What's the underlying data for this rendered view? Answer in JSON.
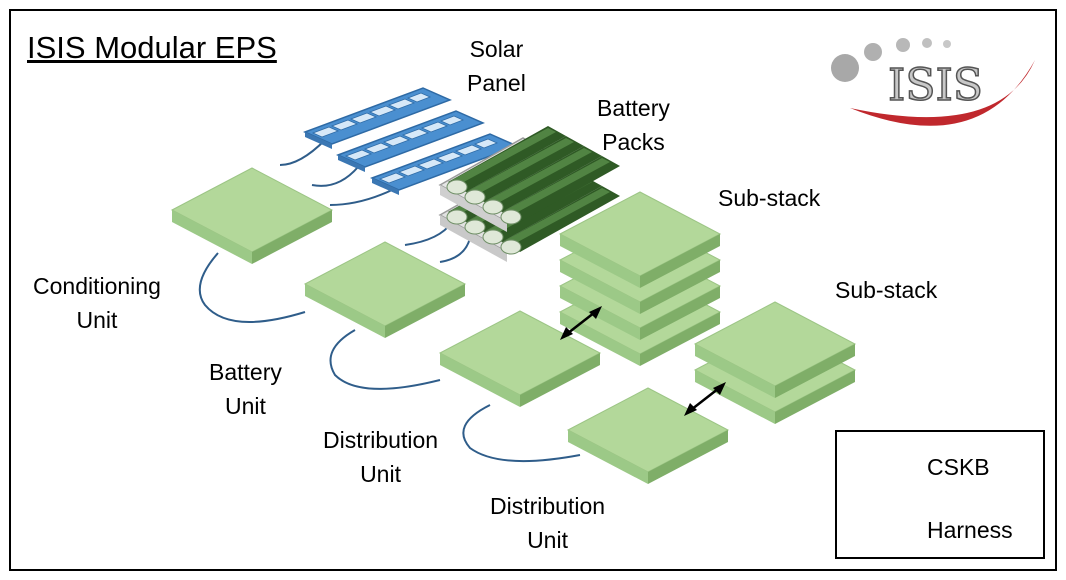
{
  "title": "ISIS Modular EPS",
  "logo": {
    "text": "ISIS"
  },
  "labels": {
    "solar_panel": [
      "Solar",
      "Panel"
    ],
    "battery_packs": [
      "Battery",
      "Packs"
    ],
    "sub_stack_1": "Sub-stack",
    "sub_stack_2": "Sub-stack",
    "conditioning_unit": [
      "Conditioning",
      "Unit"
    ],
    "battery_unit": [
      "Battery",
      "Unit"
    ],
    "distribution_unit_1": [
      "Distribution",
      "Unit"
    ],
    "distribution_unit_2": [
      "Distribution",
      "Unit"
    ]
  },
  "legend": {
    "cskb": "CSKB",
    "harness": "Harness"
  },
  "colors": {
    "board_top": "#b3d89a",
    "board_side": "#88b872",
    "harness": "#2f5d8a",
    "logo_red": "#c0282d",
    "logo_gray": "#a8a8a8",
    "battery": "#2f5a25",
    "solar": "#4a8fd0"
  }
}
